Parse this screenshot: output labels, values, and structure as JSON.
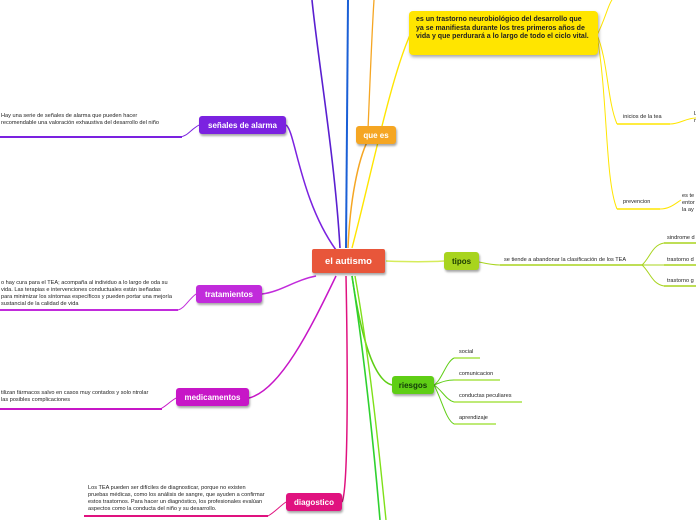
{
  "central": {
    "label": "el autismo",
    "color": "#e8563a"
  },
  "branches": {
    "que_es": {
      "label": "que es",
      "color": "#f5a623",
      "definition": "es un trastorno neurobiológico del desarrollo que ya se manifiesta durante los tres primeros años de vida y que perdurará a lo largo de todo el ciclo vital.",
      "sub1": "inicios de la tea",
      "sub1_cut": "L\nn",
      "sub2": "prevencion",
      "sub2_cut": "es te\nentor\nla ay"
    },
    "senales": {
      "label": "señales de alarma",
      "color": "#7b22e0",
      "note": "Hay una serie de señales de alarma que pueden hacer recomendable una valoración exhaustiva del desarrollo del niño"
    },
    "tratamientos": {
      "label": "tratamientos",
      "color": "#c12bdb",
      "note": "o hay cura para el TEA; acompaña al individuo a lo largo de oda su vida. Las terapias e intervenciones conductuales están iseñadas para minimizar los síntomas específicos y pueden portar una mejoría sustancial de la calidad de vida"
    },
    "medicamentos": {
      "label": "medicamentos",
      "color": "#c716c7",
      "note": "tilizan fármacos salvo en casos muy contados y solo ntrolar las posibles complicaciones"
    },
    "diagostico": {
      "label": "diagostico",
      "color": "#e0127f",
      "note": "Los TEA pueden ser difíciles de diagnosticar, porque no existen pruebas médicas, como los análisis de sangre, que ayuden a confirmar estos trastornos. Para hacer un diagnóstico, los profesionales evalúan aspectos como la conducta del niño y su desarrollo."
    },
    "tipos": {
      "label": "tipos",
      "color": "#a8d41e",
      "sub": "se tiende a abandonar la clasificación de los TEA",
      "leaves": [
        "sindrome d",
        "trastorno d",
        "trastorno g"
      ]
    },
    "riesgos": {
      "label": "riesgos",
      "color": "#5fce15",
      "leaves": [
        "social",
        "comunicacion",
        "conductas peculiares",
        "aprendizaje"
      ]
    }
  }
}
